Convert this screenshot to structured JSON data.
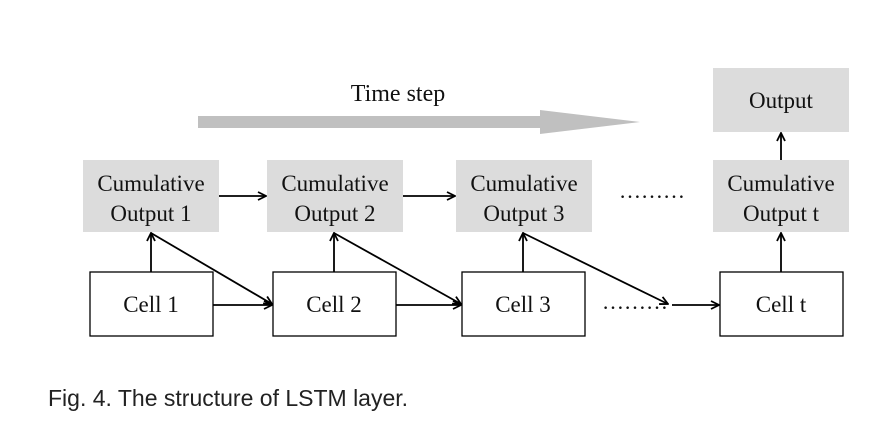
{
  "time_step_label": "Time step",
  "output_label": "Output",
  "cumulative_outputs": [
    {
      "line1": "Cumulative",
      "line2": "Output 1"
    },
    {
      "line1": "Cumulative",
      "line2": "Output 2"
    },
    {
      "line1": "Cumulative",
      "line2": "Output 3"
    },
    {
      "line1": "Cumulative",
      "line2": "Output t"
    }
  ],
  "cells": [
    "Cell 1",
    "Cell 2",
    "Cell 3",
    "Cell t"
  ],
  "ellipsis_top": "………",
  "ellipsis_bottom": "………",
  "caption": "Fig. 4. The structure of LSTM layer.",
  "colors": {
    "box_fill": "#dcdcdc",
    "arrow_gray": "#c0c0c0",
    "line": "#000000"
  }
}
